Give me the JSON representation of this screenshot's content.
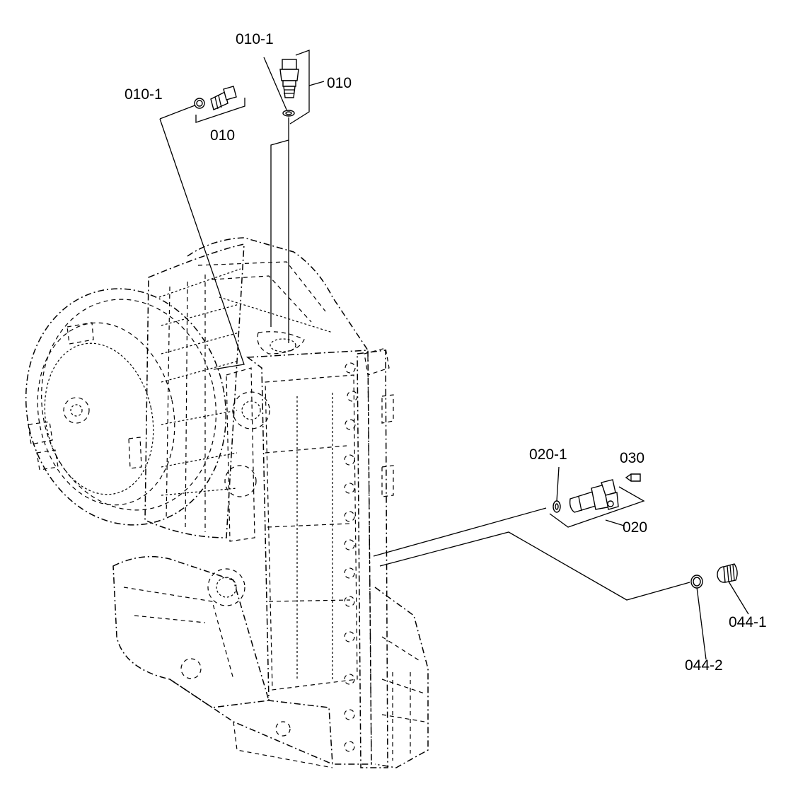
{
  "labels": {
    "top_seal": "010-1",
    "top_group": "010",
    "left_seal": "010-1",
    "left_group": "010",
    "sensor_seal": "020-1",
    "sensor_screw": "030",
    "sensor_group": "020",
    "plug": "044-1",
    "plug_ring": "044-2"
  }
}
